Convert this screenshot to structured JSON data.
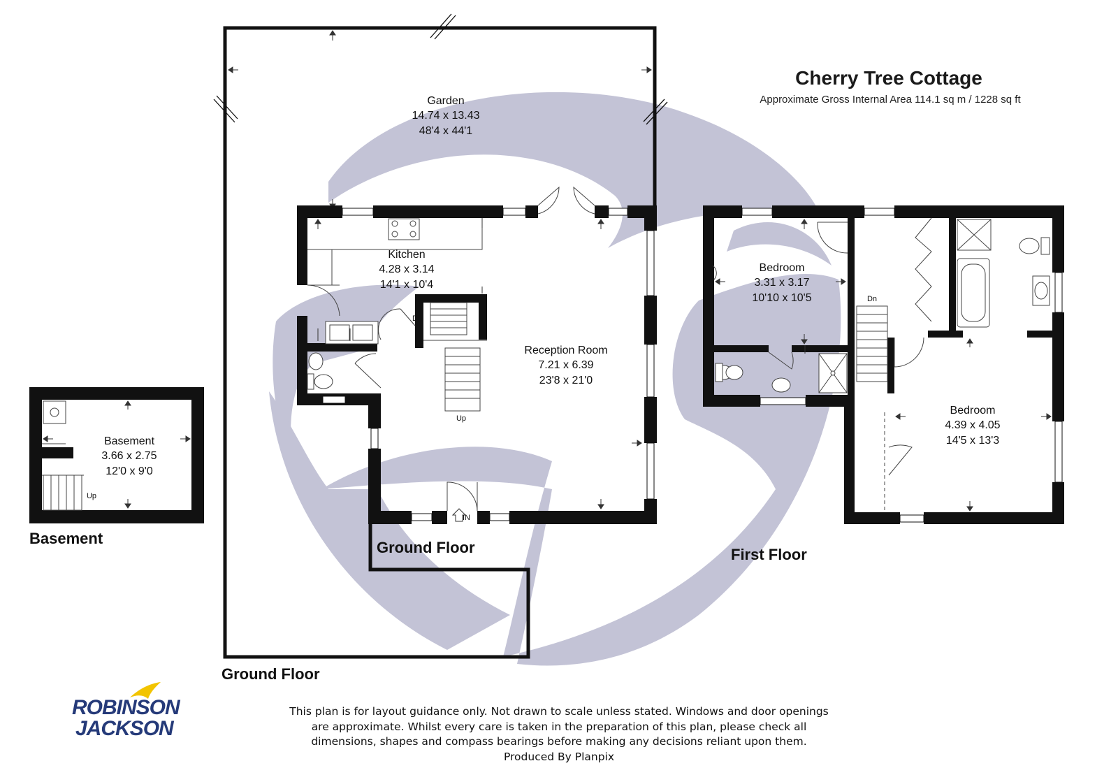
{
  "header": {
    "title": "Cherry Tree Cottage",
    "subtitle": "Approximate Gross Internal Area 114.1 sq m / 1228 sq ft"
  },
  "rooms": {
    "garden": {
      "name": "Garden",
      "metric": "14.74 x 13.43",
      "imperial": "48'4 x 44'1"
    },
    "kitchen": {
      "name": "Kitchen",
      "metric": "4.28 x 3.14",
      "imperial": "14'1 x 10'4"
    },
    "reception": {
      "name": "Reception Room",
      "metric": "7.21 x 6.39",
      "imperial": "23'8 x 21'0"
    },
    "basement": {
      "name": "Basement",
      "metric": "3.66 x 2.75",
      "imperial": "12'0 x 9'0"
    },
    "bedroom1": {
      "name": "Bedroom",
      "metric": "3.31 x 3.17",
      "imperial": "10'10 x 10'5"
    },
    "bedroom2": {
      "name": "Bedroom",
      "metric": "4.39 x 4.05",
      "imperial": "14'5 x 13'3"
    }
  },
  "stair_labels": {
    "ground_dn": "Dn",
    "ground_up": "Up",
    "entrance": "IN",
    "basement_up": "Up",
    "first_dn": "Dn"
  },
  "floor_labels": {
    "basement": "Basement",
    "ground_inner": "Ground Floor",
    "ground_outer": "Ground Floor",
    "first": "First Floor"
  },
  "disclaimer": {
    "line1": "This plan is for layout guidance only. Not drawn to scale unless stated. Windows and door openings",
    "line2": "are approximate. Whilst every care is taken in the preparation of this plan, please check all",
    "line3": "dimensions, shapes and compass bearings before making any decisions reliant upon them.",
    "line4": "Produced By Planpix"
  },
  "logo": {
    "line1": "ROBINSON",
    "line2": "JACKSON"
  },
  "colors": {
    "wall": "#111111",
    "watermark": "#c3c3d6",
    "logo_blue": "#253a79",
    "logo_yellow": "#f2c400"
  }
}
